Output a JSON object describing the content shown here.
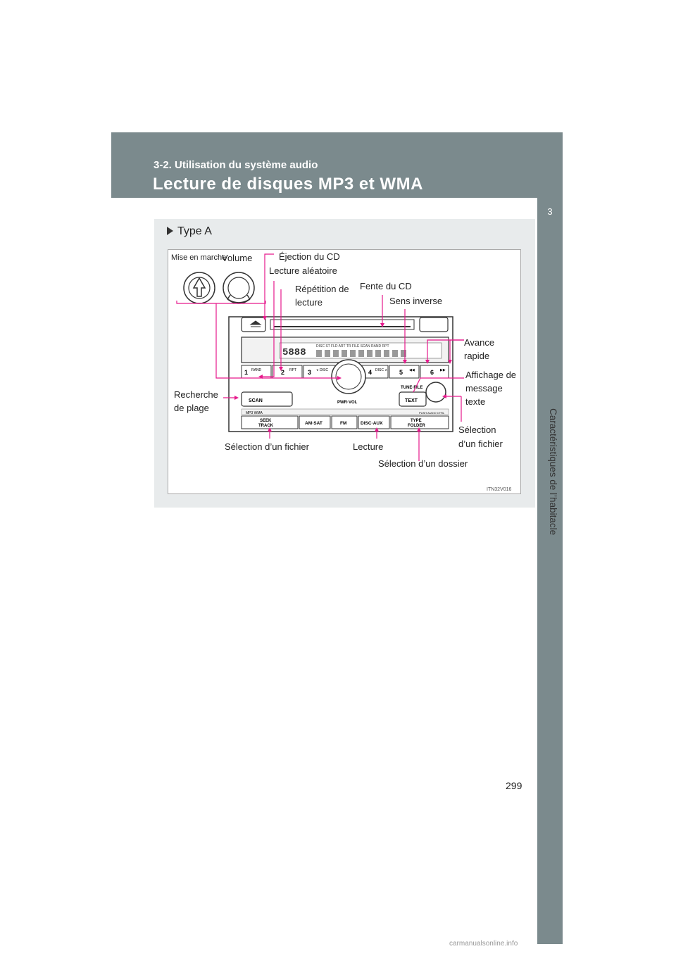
{
  "header": {
    "section": "3-2. Utilisation du système audio",
    "title": "Lecture de disques MP3 et WMA"
  },
  "side_tab": {
    "number": "3",
    "chapter": "Caractéristiques de l’habitacle"
  },
  "figure": {
    "type_label": "Type A",
    "labels": {
      "power": "Mise en marche",
      "volume": "Volume",
      "eject": "Éjection du CD",
      "random": "Lecture aléatoire",
      "repeat_1": "Répétition de",
      "repeat_2": "lecture",
      "slot": "Fente du CD",
      "reverse": "Sens inverse",
      "ff_1": "Avance",
      "ff_2": "rapide",
      "text_1": "Affichage de",
      "text_2": "message",
      "text_3": "texte",
      "scan_1": "Recherche",
      "scan_2": "de plage",
      "file_select_r1": "Sélection",
      "file_select_r2": "d’un fichier",
      "file_select": "Sélection d’un fichier",
      "play": "Lecture",
      "folder_select": "Sélection d’un dossier"
    },
    "unit": {
      "buttons": [
        "1",
        "2",
        "3",
        "4",
        "5",
        "6"
      ],
      "button_subs": [
        "RAND",
        "RPT",
        "∨ DISC",
        "DISC ∧",
        "◀◀",
        "▶▶"
      ],
      "scan": "SCAN",
      "text": "TEXT",
      "tune_file": "TUNE·FILE",
      "pwr_vol": "PWR·VOL",
      "seek_track": "SEEK TRACK",
      "am_sat": "AM·SAT",
      "fm": "FM",
      "disc_aux": "DISC·AUX",
      "type_folder": "TYPE FOLDER",
      "push_audio": "PUSH AUDIO CTRL",
      "display_indicators": "DISC ST  FLD  ART  TR  FILE  ◀  SCAN  RAND  RPT"
    },
    "code": "ITN32V016"
  },
  "page_number": "299",
  "footer": "carmanualsonline.info",
  "colors": {
    "header_bg": "#7b8a8d",
    "callout": "#e6198c",
    "figure_bg": "#e8ebec"
  }
}
